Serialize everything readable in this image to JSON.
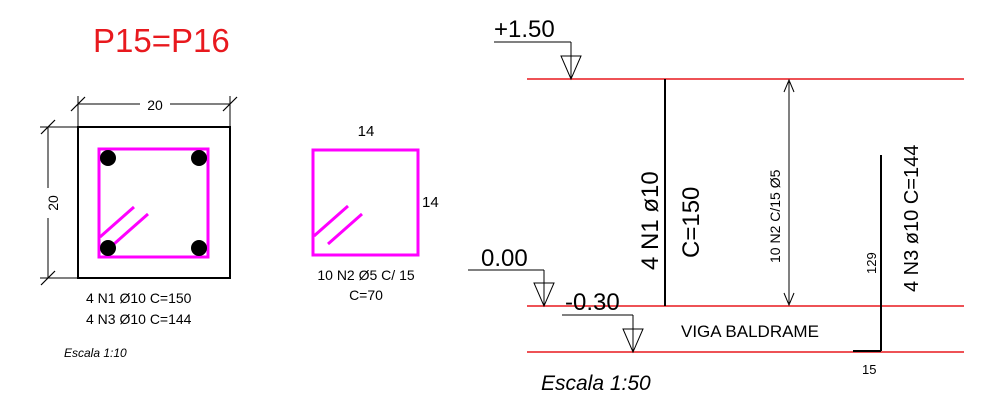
{
  "title": "P15=P16",
  "section": {
    "width_dim": "20",
    "height_dim": "20",
    "note_n1": "4 N1 Ø10 C=150",
    "note_n3": "4 N3 Ø10 C=144",
    "scale": "Escala 1:10"
  },
  "stirrup": {
    "top_dim": "14",
    "side_dim": "14",
    "note_line1": "10 N2 Ø5 C/ 15",
    "note_line2": "C=70"
  },
  "elevation": {
    "level_top": "+1.50",
    "level_zero": "0.00",
    "level_bottom": "-0.30",
    "n1_label": "4 N1 ø10",
    "n1_length": "C=150",
    "n2_label": "10 N2 C/15 Ø5",
    "n3_label": "4 N3 ø10 C=144",
    "n3_vertical": "129",
    "n3_hook": "15",
    "beam_label": "VIGA BALDRAME",
    "scale": "Escala 1:50"
  },
  "colors": {
    "stirrup": "#ff00ff",
    "level_line": "#e8191e",
    "title": "#e8191e"
  }
}
